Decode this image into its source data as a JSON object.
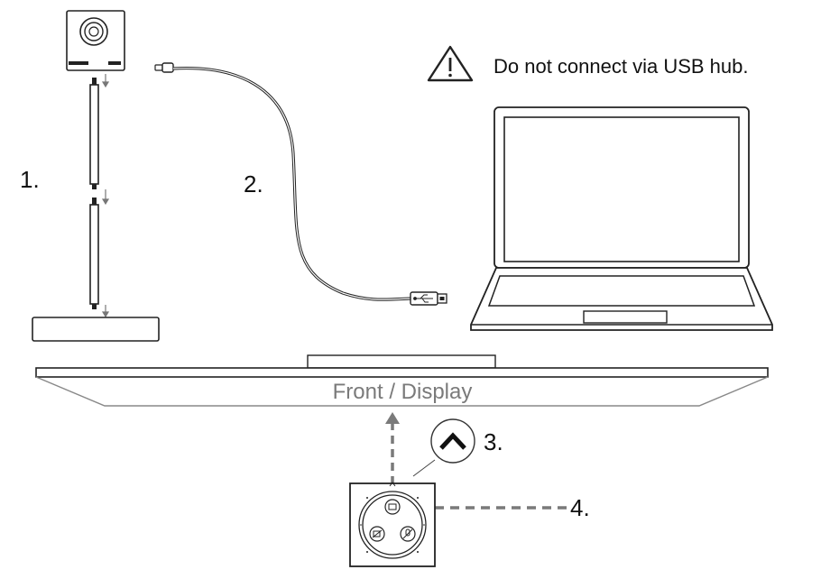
{
  "steps": {
    "step1": "1.",
    "step2": "2.",
    "step3": "3.",
    "step4": "4."
  },
  "warning": {
    "icon": "warning-triangle-icon",
    "text": "Do not connect via USB hub."
  },
  "table_label": "Front / Display",
  "colors": {
    "line": "#222222",
    "dashed": "#7a7a7a",
    "label_gray": "#7a7a7a"
  }
}
